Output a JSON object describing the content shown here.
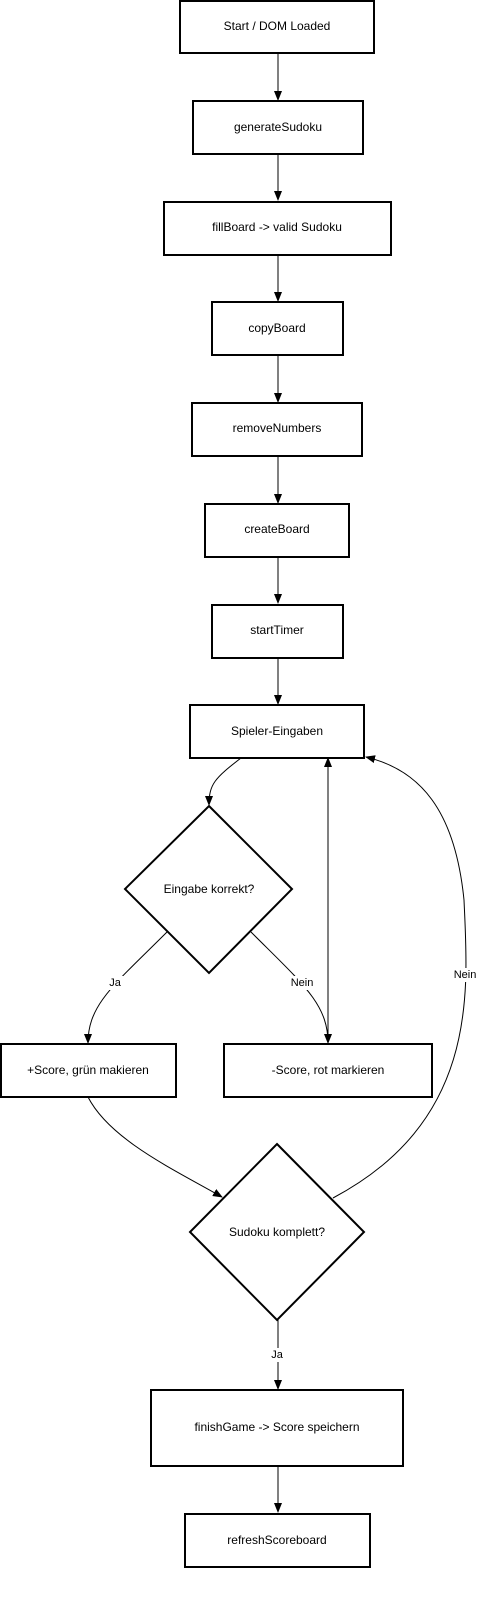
{
  "nodes": {
    "start": "Start / DOM Loaded",
    "generate_sudoku": "generateSudoku",
    "fill_board": "fillBoard -> valid Sudoku",
    "copy_board": "copyBoard",
    "remove_numbers": "removeNumbers",
    "create_board": "createBoard",
    "start_timer": "startTimer",
    "player_input": "Spieler-Eingaben",
    "input_correct": "Eingabe korrekt?",
    "score_plus": "+Score, grün makieren",
    "score_minus": "-Score, rot markieren",
    "sudoku_complete": "Sudoku komplett?",
    "finish_game": "finishGame -> Score speichern",
    "refresh_scoreboard": "refreshScoreboard"
  },
  "edges": {
    "correct_yes": "Ja",
    "correct_no": "Nein",
    "complete_no": "Nein",
    "complete_yes": "Ja"
  }
}
